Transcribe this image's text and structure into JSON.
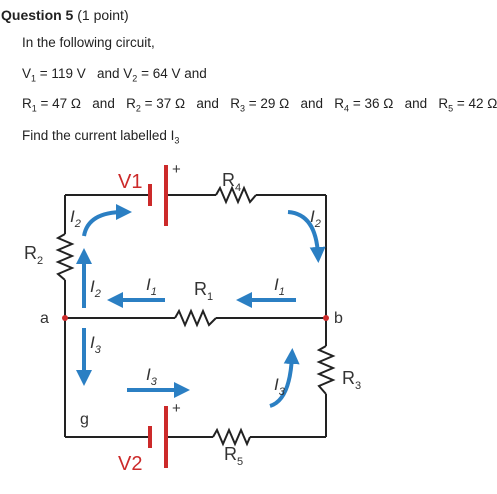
{
  "question": {
    "title": "Question 5",
    "points": "(1 point)",
    "intro": "In the following circuit,",
    "v1": {
      "name": "V",
      "sub": "1",
      "value": "= 119 V"
    },
    "and_text": "and",
    "v2": {
      "name": "V",
      "sub": "2",
      "value": "= 64 V and"
    },
    "resistors": [
      {
        "name": "R",
        "sub": "1",
        "value": "= 47 Ω"
      },
      {
        "name": "R",
        "sub": "2",
        "value": "= 37 Ω"
      },
      {
        "name": "R",
        "sub": "3",
        "value": "= 29 Ω"
      },
      {
        "name": "R",
        "sub": "4",
        "value": "= 36 Ω"
      },
      {
        "name": "R",
        "sub": "5",
        "value": "= 42 Ω"
      }
    ],
    "find": "Find the current labelled I",
    "find_sub": "3"
  },
  "circuit": {
    "v1_label": "V1",
    "v2_label": "V2",
    "plus": "+",
    "r1": {
      "n": "R",
      "s": "1"
    },
    "r2": {
      "n": "R",
      "s": "2"
    },
    "r3": {
      "n": "R",
      "s": "3"
    },
    "r4": {
      "n": "R",
      "s": "4"
    },
    "r5": {
      "n": "R",
      "s": "5"
    },
    "node_a": "a",
    "node_b": "b",
    "node_g": "g",
    "currents": {
      "i1": {
        "n": "I",
        "s": "1"
      },
      "i2": {
        "n": "I",
        "s": "2"
      },
      "i3": {
        "n": "I",
        "s": "3"
      }
    },
    "colors": {
      "wire": "#222222",
      "battery": "#cc2a2a",
      "arrow": "#2b7fc3"
    }
  }
}
